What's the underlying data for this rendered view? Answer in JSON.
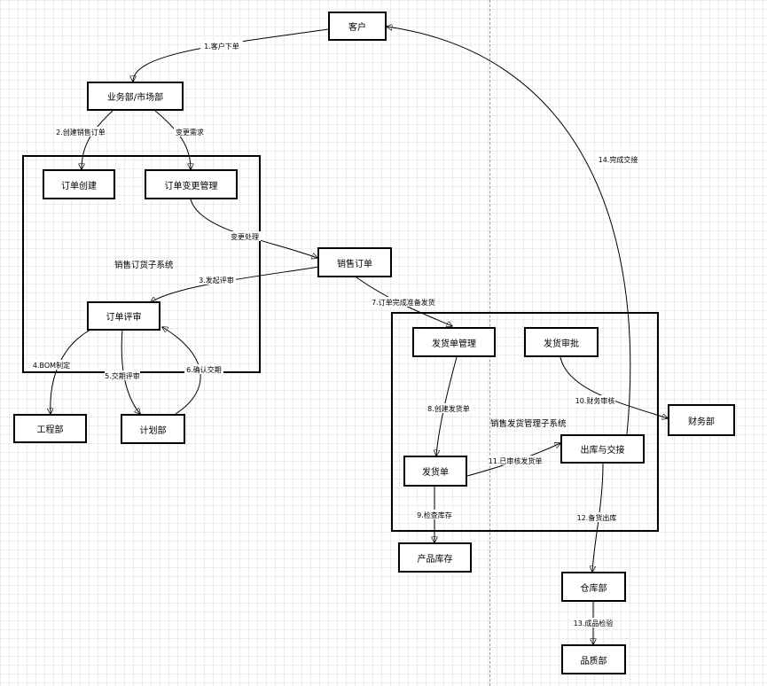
{
  "subsystems": {
    "order": {
      "label": "销售订货子系统"
    },
    "shipping": {
      "label": "销售发货管理子系统"
    }
  },
  "nodes": {
    "customer": "客户",
    "sales_dept": "业务部/市场部",
    "order_create": "订单创建",
    "order_change": "订单变更管理",
    "sales_order": "销售订单",
    "order_review": "订单评审",
    "engineering": "工程部",
    "planning": "计划部",
    "ship_mgmt": "发货单管理",
    "ship_approval": "发货审批",
    "finance": "财务部",
    "ship_note": "发货单",
    "outbound": "出库与交接",
    "product_stock": "产品库存",
    "warehouse": "仓库部",
    "quality": "品质部"
  },
  "edges": {
    "e1": "1.客户下单",
    "e2": "2.创建销售订单",
    "e_change": "变更需求",
    "e_change_proc": "变更处理",
    "e3": "3.发起评审",
    "e4": "4.BOM制定",
    "e5": "5.交期评审",
    "e6": "6.确认交期",
    "e7": "7.订单完成准备发货",
    "e8": "8.创建发货单",
    "e9": "9.检查库存",
    "e10": "10.财务审核",
    "e11": "11.已审核发货单",
    "e12": "12.备货出库",
    "e13": "13.成品检验",
    "e14": "14.完成交接"
  }
}
